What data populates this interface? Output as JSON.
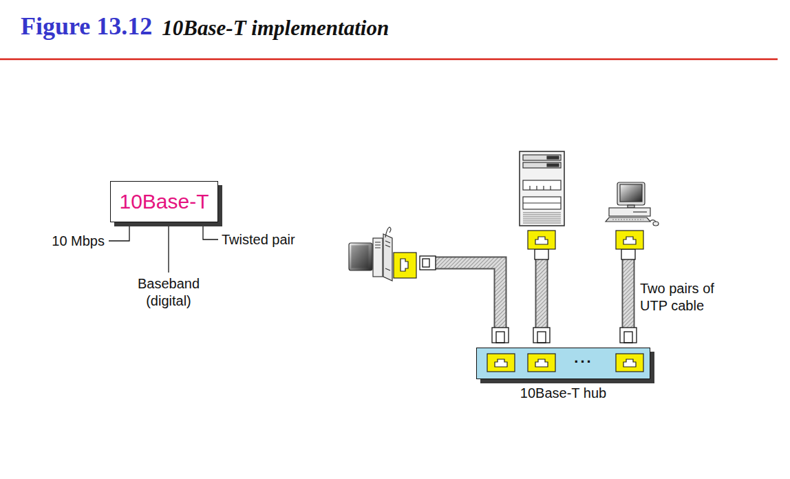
{
  "diagram": {
    "title": "Figure 13.12",
    "nodes": [
      {
        "text": [
          "10Base-T"
        ]
      },
      {
        "text": [
          "10Base-T hub"
        ]
      }
    ],
    "labels": [
      "10Base-T implementation",
      "10 Mbps",
      "Baseband (digital)",
      "Twisted pair",
      "Two pairs of UTP cable",
      "..."
    ]
  }
}
